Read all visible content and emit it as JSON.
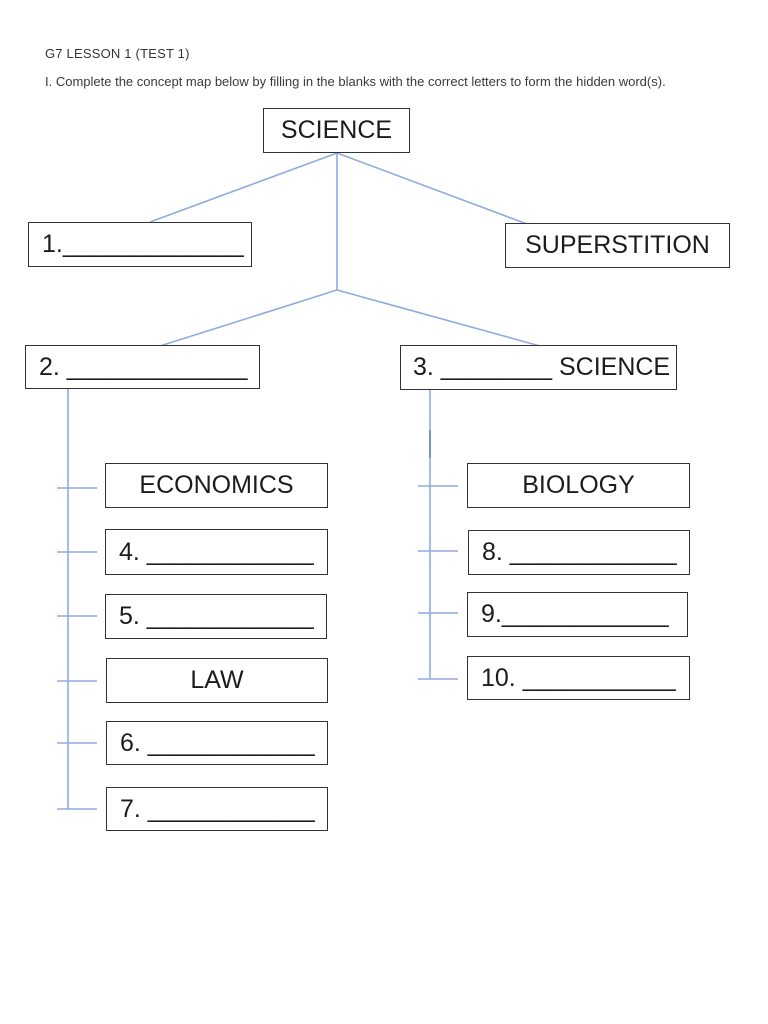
{
  "document": {
    "title": "G7 LESSON 1 (TEST 1)",
    "instruction": "I. Complete the concept map below by filling in the blanks with the correct letters to form the hidden word(s)."
  },
  "colors": {
    "connector_blue": "#8fabdf",
    "connector_blue_dark": "#6b8fd0",
    "box_border": "#333333",
    "text": "#1c1c1c"
  },
  "nodes": {
    "science": {
      "label": "SCIENCE"
    },
    "blank1": {
      "label": "1._____________"
    },
    "superstition": {
      "label": "SUPERSTITION"
    },
    "blank2": {
      "label": "2. _____________"
    },
    "blank3": {
      "label": "3. ________ SCIENCE"
    },
    "economics": {
      "label": "ECONOMICS"
    },
    "blank4": {
      "label": "4. ____________"
    },
    "blank5": {
      "label": "5. ____________"
    },
    "law": {
      "label": "LAW"
    },
    "blank6": {
      "label": "6. ____________"
    },
    "blank7": {
      "label": "7. ____________"
    },
    "biology": {
      "label": "BIOLOGY"
    },
    "blank8": {
      "label": "8. ____________"
    },
    "blank9": {
      "label": "9.____________"
    },
    "blank10": {
      "label": "10. ___________"
    }
  }
}
